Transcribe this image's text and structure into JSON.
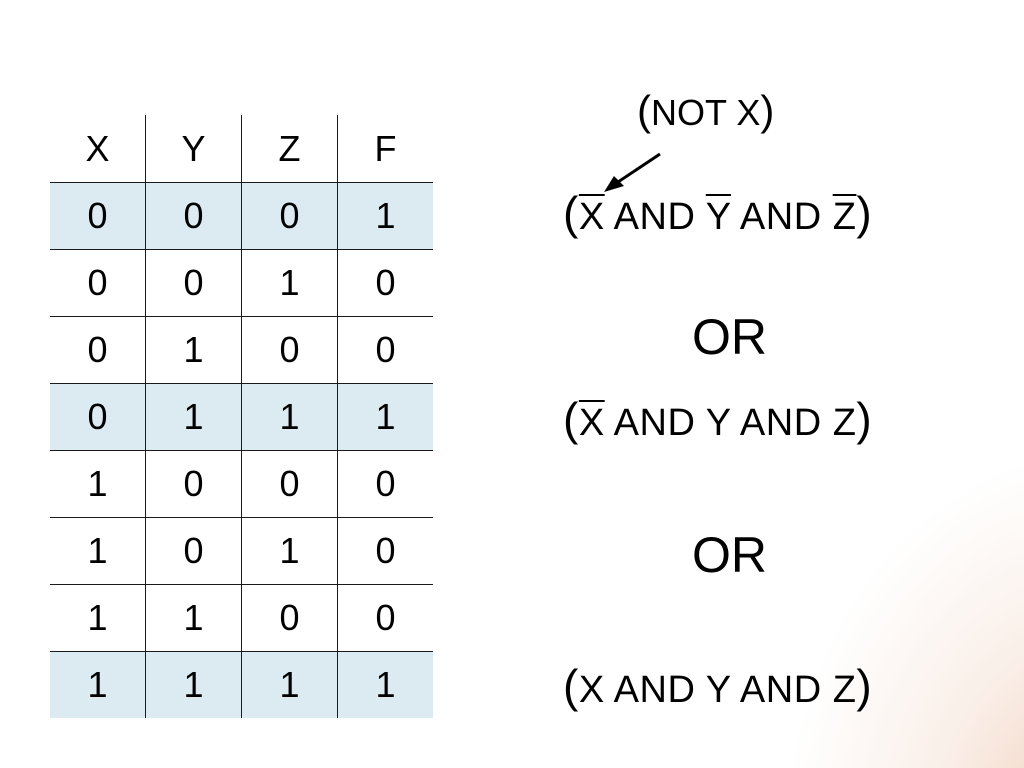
{
  "table": {
    "headers": [
      "X",
      "Y",
      "Z",
      "F"
    ],
    "rows": [
      {
        "cells": [
          "0",
          "0",
          "0",
          "1"
        ],
        "highlight": true
      },
      {
        "cells": [
          "0",
          "0",
          "1",
          "0"
        ],
        "highlight": false
      },
      {
        "cells": [
          "0",
          "1",
          "0",
          "0"
        ],
        "highlight": false
      },
      {
        "cells": [
          "0",
          "1",
          "1",
          "1"
        ],
        "highlight": true
      },
      {
        "cells": [
          "1",
          "0",
          "0",
          "0"
        ],
        "highlight": false
      },
      {
        "cells": [
          "1",
          "0",
          "1",
          "0"
        ],
        "highlight": false
      },
      {
        "cells": [
          "1",
          "1",
          "0",
          "0"
        ],
        "highlight": false
      },
      {
        "cells": [
          "1",
          "1",
          "1",
          "1"
        ],
        "highlight": true
      }
    ],
    "highlight_color": "#dcebf2"
  },
  "annotation": {
    "open": "(",
    "text": "NOT X",
    "close": ")"
  },
  "expression": {
    "terms": [
      {
        "open": "(",
        "x": "X",
        "x_bar": true,
        "and1": "AND",
        "y": "Y",
        "y_bar": true,
        "and2": "AND",
        "z": "Z",
        "z_bar": true,
        "close": ")"
      },
      {
        "open": "(",
        "x": "X",
        "x_bar": true,
        "and1": "AND",
        "y": "Y",
        "y_bar": false,
        "and2": "AND",
        "z": "Z",
        "z_bar": false,
        "close": ")"
      },
      {
        "open": "(",
        "x": "X",
        "x_bar": false,
        "and1": "AND",
        "y": "Y",
        "y_bar": false,
        "and2": "AND",
        "z": "Z",
        "z_bar": false,
        "close": ")"
      }
    ],
    "or_label": "OR"
  }
}
